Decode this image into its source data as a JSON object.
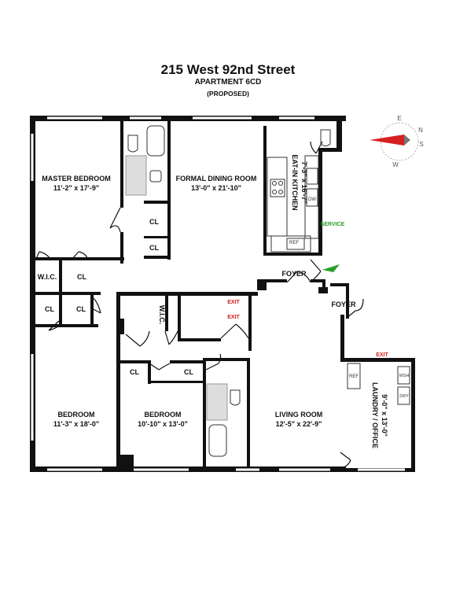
{
  "header": {
    "address": "215 West 92nd Street",
    "unit": "APARTMENT 6CD",
    "status": "(PROPOSED)"
  },
  "rooms": {
    "master_bedroom": {
      "name": "MASTER BEDROOM",
      "dims": "11'-2\" x 17'-9\""
    },
    "formal_dining": {
      "name": "FORMAL DINING ROOM",
      "dims": "13'-0\" x 21'-10\""
    },
    "kitchen": {
      "name": "EAT-IN KITCHEN",
      "dims": "7'-3\" x 16'-7\""
    },
    "bedroom_left": {
      "name": "BEDROOM",
      "dims": "11'-3\" x 18'-0\""
    },
    "bedroom_mid": {
      "name": "BEDROOM",
      "dims": "10'-10\" x 13'-0\""
    },
    "living_room": {
      "name": "LIVING ROOM",
      "dims": "12'-5\" x 22'-9\""
    },
    "laundry": {
      "name": "LAUNDRY / OFFICE",
      "dims": "9'-0\" x 13'-0\""
    }
  },
  "labels": {
    "wic": "W.I.C.",
    "cl": "CL",
    "foyer": "FOYER",
    "service": "SERVICE",
    "exit": "EXIT",
    "ref": "REF",
    "dw": "DW",
    "wsh": "WSH",
    "dry": "DRY"
  },
  "compass": {
    "n": "N",
    "e": "E",
    "s": "S",
    "w": "W"
  },
  "colors": {
    "service": "#2a9d2a",
    "exit": "#d62020",
    "compass_needle": "#d62020",
    "entry_arrow": "#2aa02a"
  }
}
